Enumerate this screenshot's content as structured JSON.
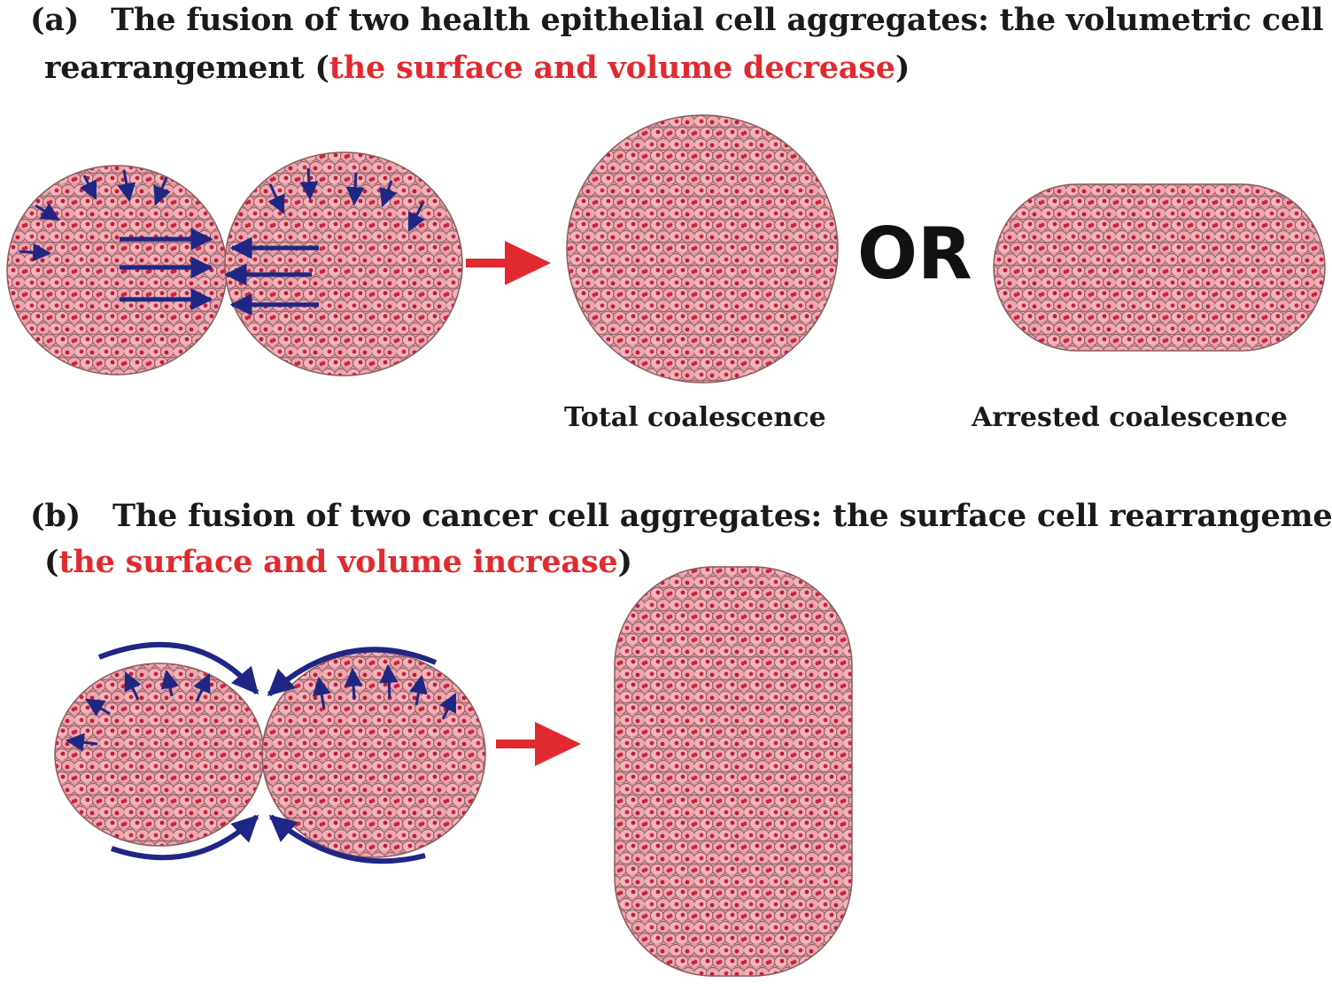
{
  "panel_a": {
    "label": "(a)",
    "title_line1": "The fusion of two health epithelial cell aggregates: the volumetric cell",
    "title_line2_prefix": "rearrangement (",
    "title_line2_red": "the surface and volume decrease",
    "title_line2_suffix": ")",
    "or_label": "OR",
    "caption_total": "Total coalescence",
    "caption_arrested": "Arrested coalescence"
  },
  "panel_b": {
    "label": "(b)",
    "title_line1": "The fusion of two cancer cell aggregates: the surface cell rearrangement",
    "title_line2_prefix": "(",
    "title_line2_red": "the surface and volume increase",
    "title_line2_suffix": ")"
  },
  "colors": {
    "cell_fill": "#eaa0a8",
    "cell_outline": "#8c5a60",
    "nucleus": "#c8243c",
    "blue_arrow": "#1f2683",
    "red_arrow": "#e12a2f",
    "title_red": "#e12a2f"
  }
}
